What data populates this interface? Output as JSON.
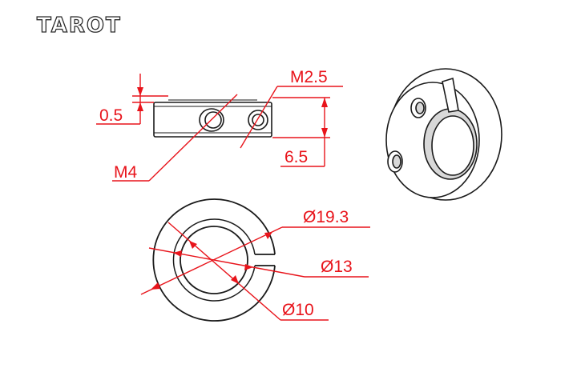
{
  "brand": {
    "logo_text": "TAROT"
  },
  "colors": {
    "dimension": "#e8141b",
    "outline": "#1a1a1a",
    "logo_fill": "#ffffff",
    "logo_stroke": "#2b2b2b",
    "shade": "#d8d8d8"
  },
  "labels": {
    "edge_offset": "0.5",
    "small_thread": "M2.5",
    "large_thread": "M4",
    "height": "6.5",
    "outer_diameter": "Ø19.3",
    "middle_diameter": "Ø13",
    "bore_diameter": "Ø10"
  }
}
